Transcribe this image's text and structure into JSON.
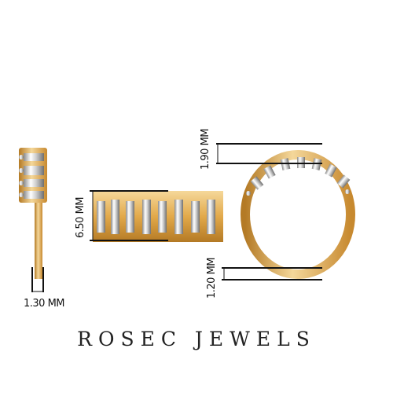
{
  "dimensions": {
    "height_band": "6.50 MM",
    "width_band": "1.30 MM",
    "top_height": "1.90 MM",
    "bottom_height": "1.20 MM"
  },
  "brand": {
    "name": "ROSEC JEWELS"
  },
  "colors": {
    "gold": "#e2a94a",
    "gold_dark": "#b47a25",
    "gold_light": "#f4d79a",
    "line": "#111111"
  },
  "icons": [
    "ring-side-view",
    "ring-top-view",
    "ring-front-view"
  ]
}
